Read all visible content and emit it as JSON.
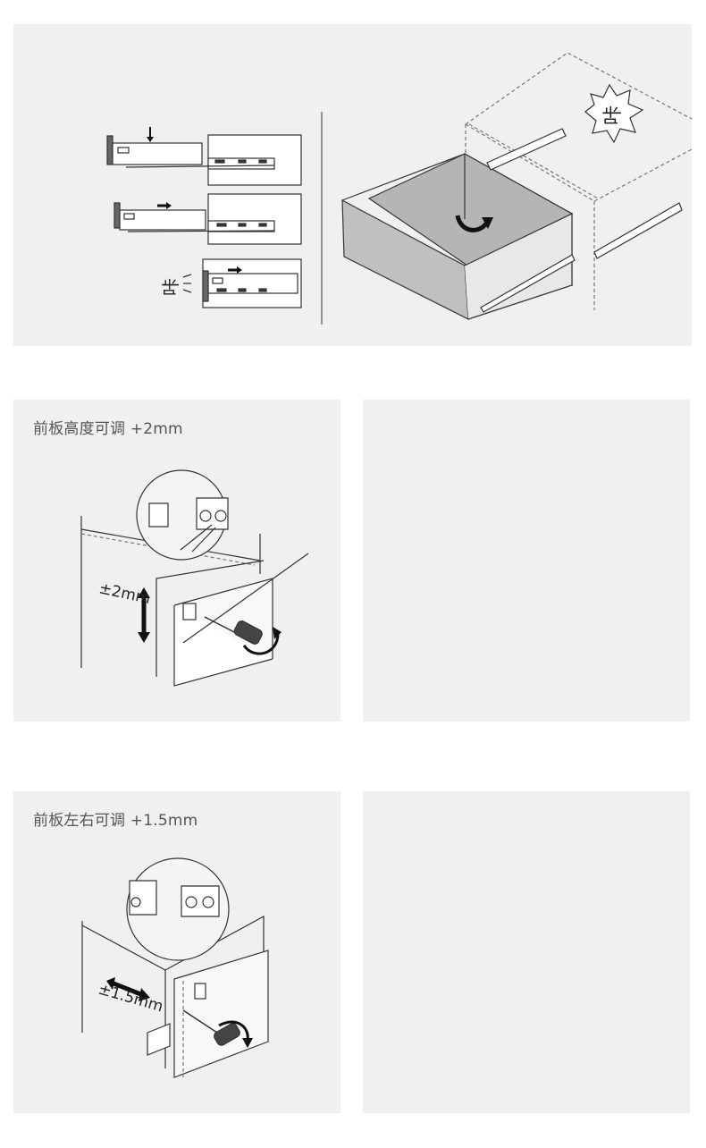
{
  "click_sound": "咔",
  "sections": {
    "height_adjust": {
      "caption": "前板高度可调 +2mm",
      "dimension": "±2mm"
    },
    "lateral_adjust": {
      "caption": "前板左右可调 +1.5mm",
      "dimension": "±1.5mm"
    }
  },
  "colors": {
    "panel_bg": "#f0f0f0",
    "line": "#333333",
    "front_face": "#b8b8b8",
    "caption_text": "#555555"
  },
  "icons": [
    "down-arrow-icon",
    "right-arrow-icon",
    "rotate-arrow-icon",
    "double-arrow-icon",
    "screwdriver-icon",
    "click-burst-icon",
    "magnifier-circle-icon"
  ]
}
